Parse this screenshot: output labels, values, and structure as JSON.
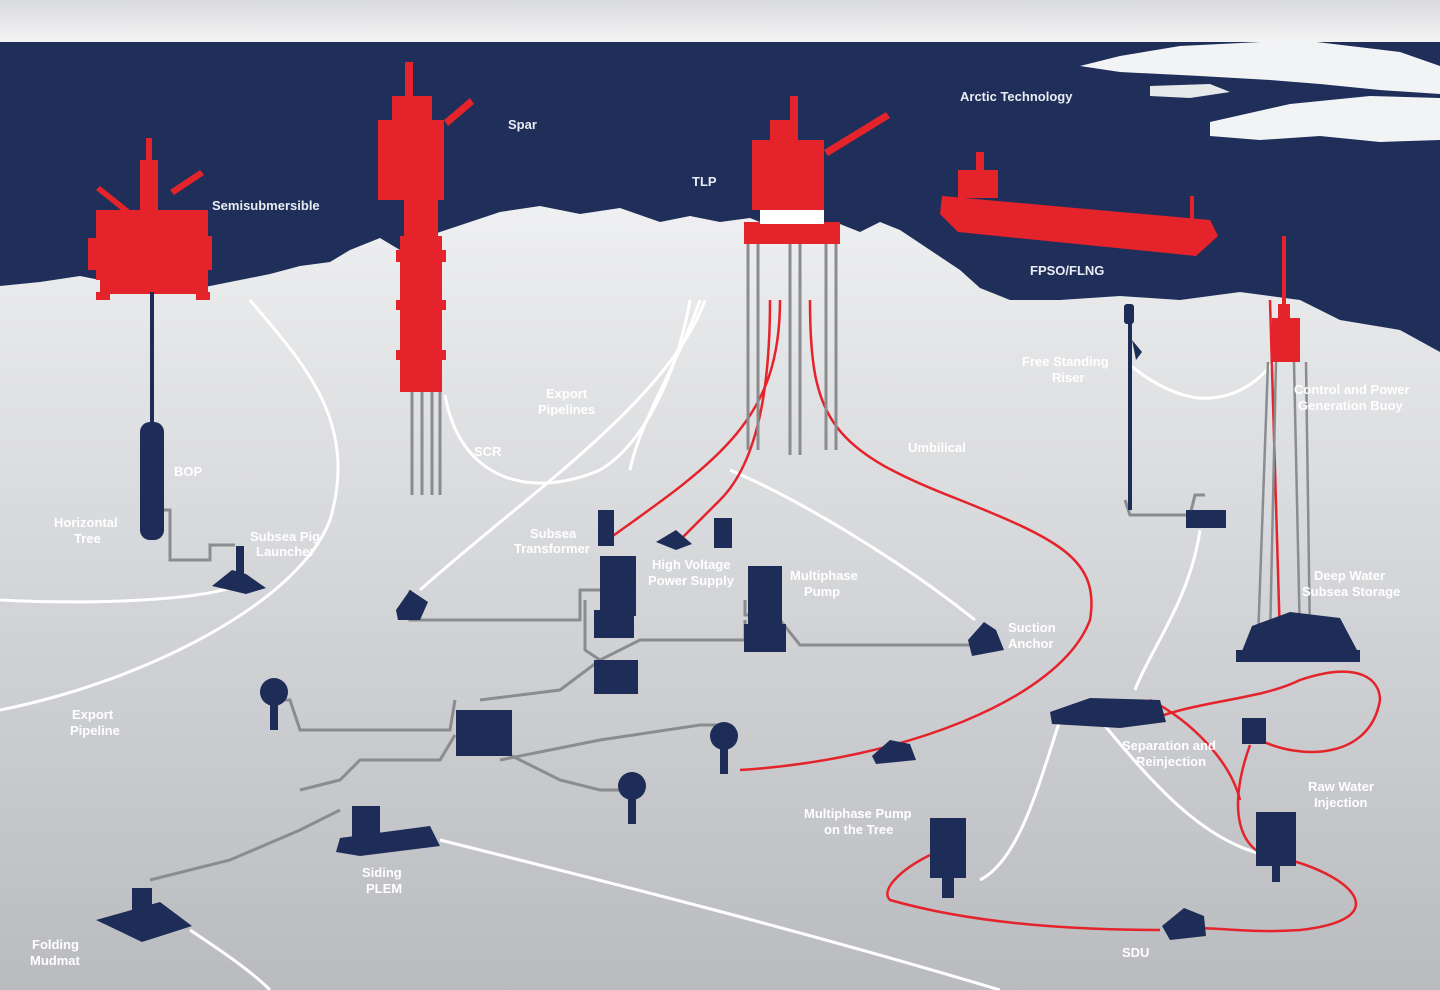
{
  "colors": {
    "sea": "#1f2f5a",
    "platform_red": "#e4232b",
    "equipment_navy": "#1e2d57",
    "seabed_light": "#e8e9eb",
    "seabed_dark": "#bfc1c5",
    "pipeline_white": "#ffffff",
    "line_grey": "#8a8c90",
    "ice": "#f2f3f5"
  },
  "labels": {
    "arctic": "Arctic Technology",
    "spar": "Spar",
    "semi": "Semisubmersible",
    "tlp": "TLP",
    "fpso": "FPSO/FLNG",
    "free_riser_1": "Free Standing",
    "free_riser_2": "Riser",
    "ctrl_buoy_1": "Control and Power",
    "ctrl_buoy_2": "Generation Buoy",
    "export_pipelines_1": "Export",
    "export_pipelines_2": "Pipelines",
    "scr": "SCR",
    "umbilical": "Umbilical",
    "bop": "BOP",
    "htree_1": "Horizontal",
    "htree_2": "Tree",
    "pig_1": "Subsea Pig",
    "pig_2": "Launcher",
    "transformer_1": "Subsea",
    "transformer_2": "Transformer",
    "hv_1": "High Voltage",
    "hv_2": "Power Supply",
    "mpump_1": "Multiphase",
    "mpump_2": "Pump",
    "suction_1": "Suction",
    "suction_2": "Anchor",
    "dw_1": "Deep Water",
    "dw_2": "Subsea Storage",
    "export_pipeline_1": "Export",
    "export_pipeline_2": "Pipeline",
    "sep_1": "Separation and",
    "sep_2": "Reinjection",
    "raw_1": "Raw Water",
    "raw_2": "Injection",
    "mpt_1": "Multiphase Pump",
    "mpt_2": "on the Tree",
    "plem_1": "Siding",
    "plem_2": "PLEM",
    "mudmat_1": "Folding",
    "mudmat_2": "Mudmat",
    "sdu": "SDU"
  }
}
